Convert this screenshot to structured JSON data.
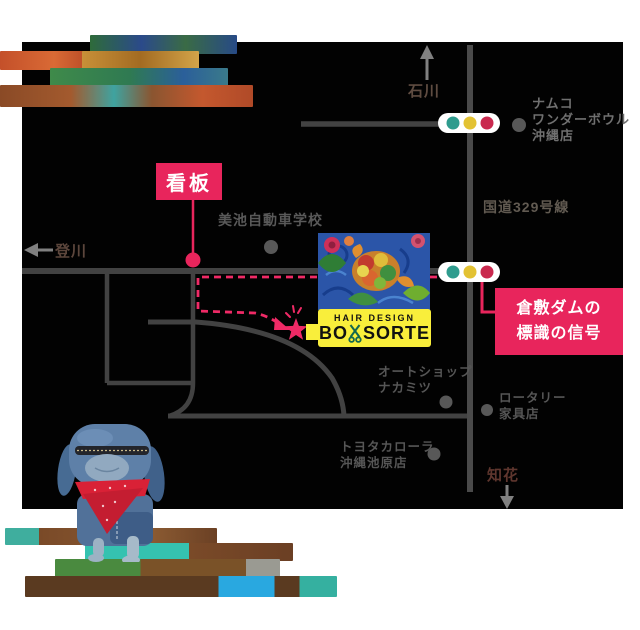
{
  "map": {
    "bg_color": "#020202",
    "road_color": "#424242",
    "accent_color": "#e8255c",
    "route_pink": "#ef2a66",
    "directions": {
      "north": "石川",
      "west": "登川",
      "south": "知花"
    },
    "route_label": "国道329号線",
    "callouts": {
      "signboard": "看板",
      "signal_line1": "倉敷ダムの",
      "signal_line2": "標識の信号"
    },
    "landmarks": {
      "namco": [
        "ナムコ",
        "ワンダーボウル",
        "沖縄店"
      ],
      "school": "美池自動車学校",
      "autoshop": [
        "オートショップ",
        "ナカミツ"
      ],
      "rotary": [
        "ロータリー",
        "家具店"
      ],
      "toyota": [
        "トヨタカローラ",
        "沖縄池原店"
      ]
    },
    "traffic_light_colors": [
      "#2f9c8e",
      "#e3c233",
      "#c9294e"
    ]
  },
  "salon": {
    "tagline": "HAIR DESIGN",
    "name_prefix": "BO",
    "name_suffix": "SORTE",
    "label_bg": "#f9ee3b"
  }
}
